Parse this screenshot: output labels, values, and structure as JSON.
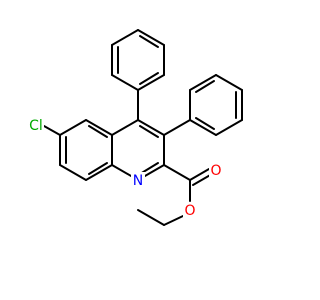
{
  "molecule": {
    "atoms": {
      "chlorine": {
        "symbol": "Cl",
        "color": "#00aa00"
      },
      "nitrogen": {
        "symbol": "N",
        "color": "#0000ff"
      },
      "carbonyl_oxygen": {
        "symbol": "O",
        "color": "#ff0000"
      },
      "ester_oxygen": {
        "symbol": "O",
        "color": "#ff0000"
      }
    },
    "bond_color": "#000000",
    "background": "#ffffff"
  }
}
